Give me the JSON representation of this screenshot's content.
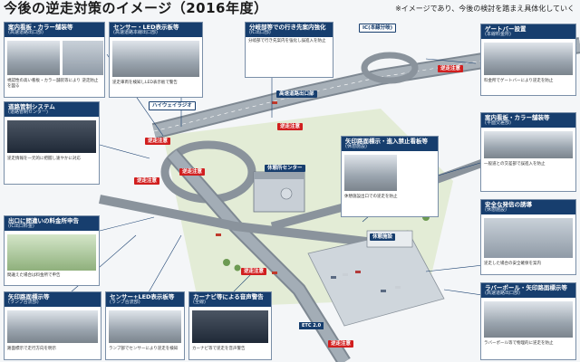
{
  "header": {
    "title": "今後の逆走対策のイメージ（2016年度）",
    "note": "※イメージであり、今後の検討を踏まえ具体化していく"
  },
  "map_labels": {
    "ic_a": "IC(本線分岐)",
    "ic_b": "高速道路出口部",
    "tag_1": "逆走注意",
    "tag_2": "逆走注意",
    "tag_3": "逆走注意",
    "tag_4": "逆走注意",
    "tag_5": "逆走注意",
    "tag_6": "逆走注意",
    "tag_7": "逆走注意",
    "hi_way_radio": "ハイウェイラジオ",
    "plaza": "休憩所センター",
    "etc": "ETC 2.0",
    "parking": "休憩施設"
  },
  "cards": {
    "c1": {
      "title": "案内看板・カラー舗装等",
      "sub": "(高速道路出口部)",
      "body": "視認性の高い看板・カラー舗装等により 逆走防止を図る"
    },
    "c2": {
      "title": "センサー・LED表示板等",
      "sub": "(高速道路本線出口部)",
      "body": "逆走車両を検知しLED表示板で警告"
    },
    "c3": {
      "title": "分岐部等での行き先案内強化",
      "sub": "(IC出口部)",
      "body": "分岐部で行き先案内を強化し誤進入を防止"
    },
    "c4": {
      "title": "ゲートバー設置",
      "sub": "(本線料金所)",
      "body": "料金所でゲートバーにより逆走を防止"
    },
    "c5": {
      "title": "道路管制システム",
      "sub": "(道路管制センター)",
      "body": "逆走情報を一元的に把握し速やかに対応"
    },
    "c6": {
      "title": "案内看板・カラー舗装等",
      "sub": "(平面交差部)",
      "body": "一般道との交差部で誤進入を防止"
    },
    "c7": {
      "title": "矢印路面標示・進入禁止看板等",
      "sub": "(休憩施設)",
      "body": "休憩施設出口での逆走を防止"
    },
    "c8": {
      "title": "出口に間違いの料金所申告",
      "sub": "(IC出口料金)",
      "body": "間違えた場合は料金所で申告"
    },
    "c9": {
      "title": "安全な発信の誘導",
      "sub": "(休憩施設)",
      "body": "逆走した場合の安全確保を案内"
    },
    "c10": {
      "title": "矢印路面標示等",
      "sub": "(ランプ合流部)",
      "body": "路面標示で走行方向を明示"
    },
    "c11": {
      "title": "センサー+LED表示板等",
      "sub": "(ランプ合流部)",
      "body": "ランプ部でセンサーにより逆走を検知"
    },
    "c12": {
      "title": "カーナビ等による音声警告",
      "sub": "(全線)",
      "body": "カーナビ等で逆走を音声警告"
    },
    "c13": {
      "title": "ラバーポール・矢印路面標示等",
      "sub": "(高速道路出口部)",
      "body": "ラバーポール等で物理的に逆走を防止"
    }
  },
  "colors": {
    "navy": "#173e6e",
    "red": "#d11f1f",
    "road": "#8a939c"
  }
}
